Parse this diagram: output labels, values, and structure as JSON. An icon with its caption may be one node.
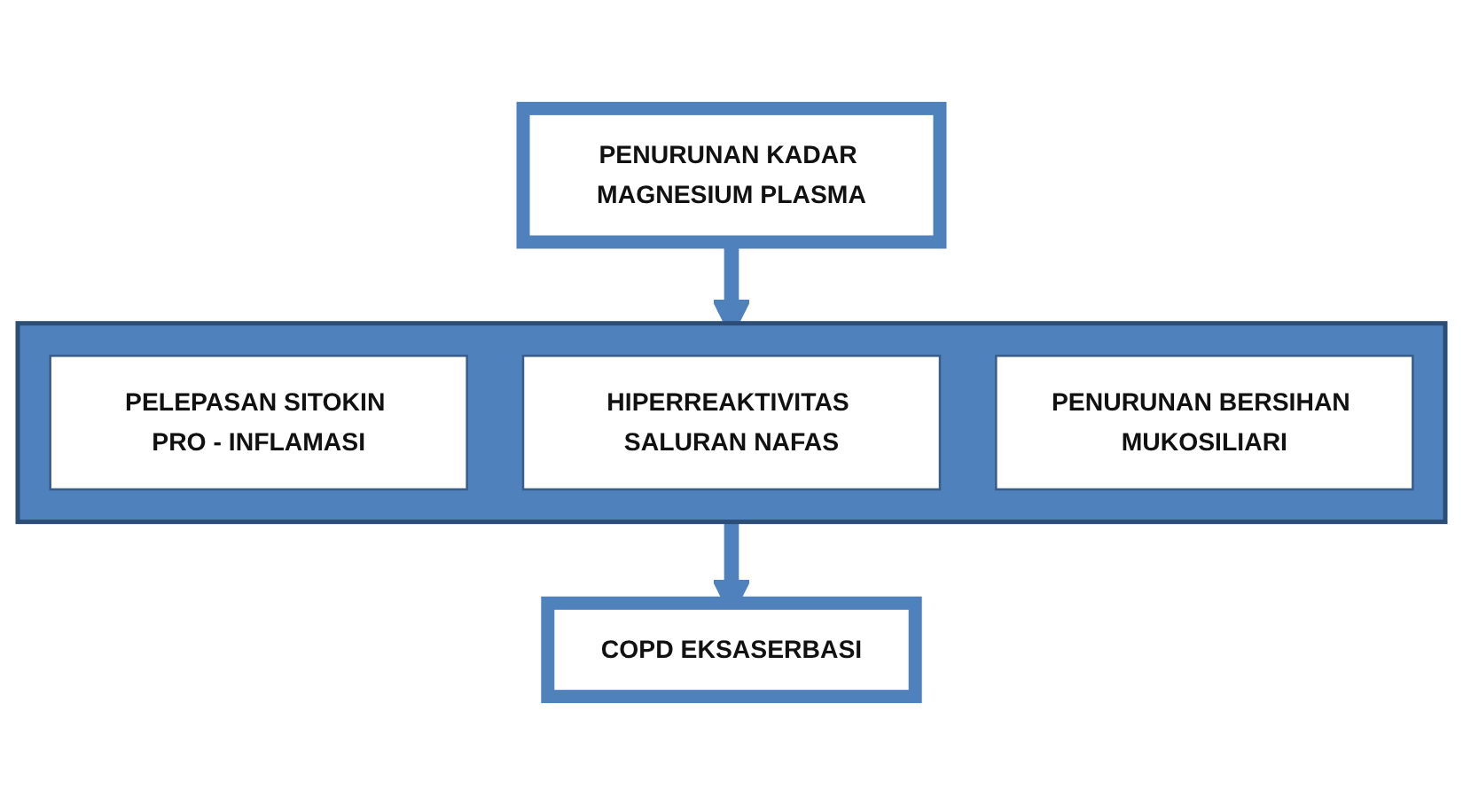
{
  "diagram": {
    "nodes": [
      {
        "text": [
          "PENURUNAN KADAR MAGNESIUM PLASMA"
        ]
      },
      {
        "text": [],
        "shape": "box"
      },
      {
        "text": [
          "PELEPASAN SITOKIN PRO - INFLAMASI"
        ],
        "in": 1
      },
      {
        "text": [
          "HIPERREAKTIVITAS SALURAN NAFAS"
        ],
        "in": 1
      },
      {
        "text": [
          "PENURUNAN BERSIHAN MUKOSILIARI"
        ],
        "in": 1
      },
      {
        "text": [
          "COPD EKSASERBASI"
        ]
      }
    ],
    "edges": [
      {
        "from": 0,
        "to": 1,
        "arrow": "to"
      },
      {
        "from": 1,
        "to": 5,
        "arrow": "to"
      }
    ]
  }
}
